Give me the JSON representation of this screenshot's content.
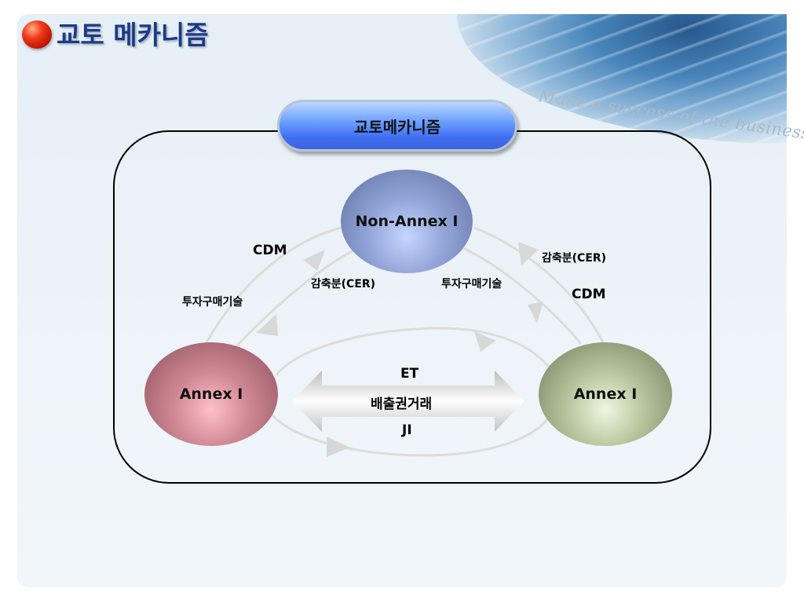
{
  "page": {
    "title": "교토 메카니즘",
    "tagline": "Make a success of the business"
  },
  "diagram": {
    "badge": "교토메카니즘",
    "nodes": {
      "top": "Non-Annex I",
      "left": "Annex I",
      "right": "Annex I"
    },
    "left_edge": {
      "cdm": "CDM",
      "investment": "투자구매기술",
      "reduction": "감축분(CER)"
    },
    "right_edge": {
      "investment": "투자구매기술",
      "reduction": "감축분(CER)",
      "cdm": "CDM"
    },
    "bottom_edge": {
      "et": "ET",
      "trading": "배출권거래",
      "ji": "JI"
    }
  },
  "colors": {
    "title": "#1a3a8c",
    "bullet": "#e0301a",
    "badge": "#4f7ff0"
  },
  "icons": {
    "title_bullet": "red-sphere-bullet"
  }
}
